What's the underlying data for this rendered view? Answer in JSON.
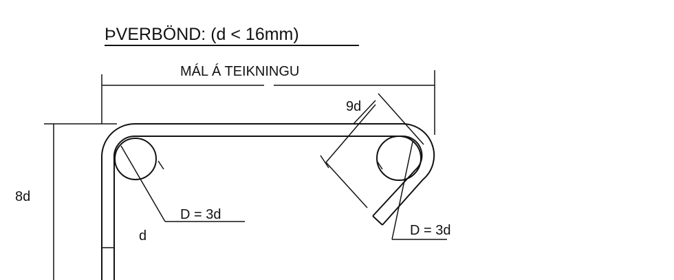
{
  "title": "ÞVERBÖND:  (d < 16mm)",
  "labels": {
    "width": "MÁL Á TEIKNINGU",
    "height": "8d",
    "hook_length": "9d",
    "bend_left": "D = 3d",
    "bend_right": "D = 3d",
    "bar_diameter": "d"
  },
  "colors": {
    "line": "#111111",
    "background": "#ffffff"
  }
}
